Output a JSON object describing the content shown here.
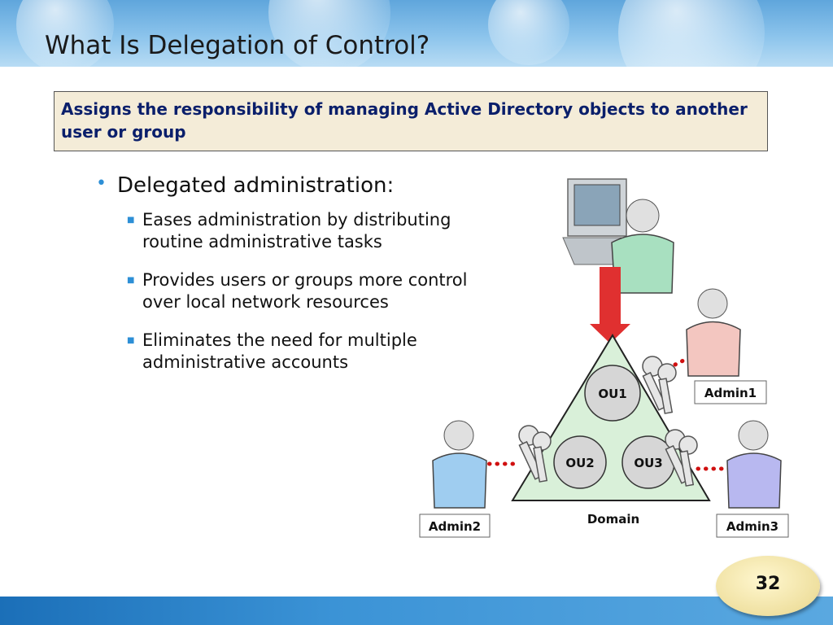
{
  "slide": {
    "title": "What Is Delegation of Control?",
    "definition": "Assigns the responsibility of managing Active Directory objects to another user or group",
    "page_number": "32"
  },
  "bullets": {
    "main": "Delegated administration:",
    "sub": [
      "Eases administration by distributing routine administrative tasks",
      "Provides users or groups more control over local network resources",
      "Eliminates the need for multiple administrative accounts"
    ]
  },
  "diagram": {
    "domain_label": "Domain",
    "ous": [
      "OU1",
      "OU2",
      "OU3"
    ],
    "admins": [
      "Admin1",
      "Admin2",
      "Admin3"
    ],
    "colors": {
      "domain_fill": "#d9f0d9",
      "arrow": "#e03030",
      "admin_top": "#a8e0c0",
      "admin1": "#f3c6c0",
      "admin2": "#9fcdf0",
      "admin3": "#b8b8f0",
      "dots": "#d01010"
    }
  }
}
